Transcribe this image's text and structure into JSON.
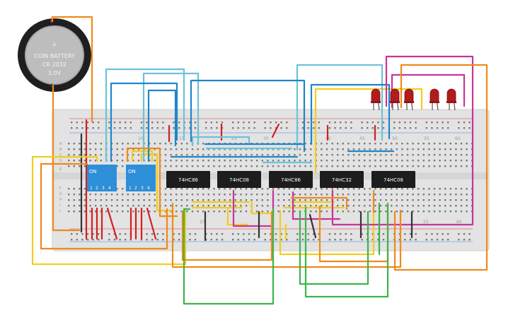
{
  "battery": {
    "label_line1": "COIN BATTERY",
    "label_line2": "CR 2032",
    "label_line3": "3.0V",
    "plus_symbol": "+"
  },
  "breadboard": {
    "column_numbers_top": [
      "10",
      "15",
      "25",
      "30",
      "40",
      "45",
      "50",
      "55",
      "60"
    ],
    "column_numbers_bottom": [
      "20",
      "55",
      "60"
    ],
    "row_letters_top": [
      "A",
      "B",
      "C",
      "D",
      "E"
    ],
    "row_letters_bottom": [
      "F",
      "G",
      "H",
      "I",
      "J"
    ]
  },
  "dip_switches": [
    {
      "on_label": "ON",
      "pins": [
        "1",
        "2",
        "3",
        "4"
      ]
    },
    {
      "on_label": "ON",
      "pins": [
        "1",
        "2",
        "3",
        "4"
      ]
    }
  ],
  "chips": [
    {
      "label": "74HC86"
    },
    {
      "label": "74HC08"
    },
    {
      "label": "74HC86"
    },
    {
      "label": "74HC32"
    },
    {
      "label": "74HC08"
    }
  ],
  "leds": {
    "count": 5,
    "color": "#b11c1c"
  },
  "colors": {
    "orange": "#ee8a1a",
    "red": "#d32020",
    "yellow": "#f2cd1d",
    "light_blue": "#6cc2d8",
    "blue": "#1f86c8",
    "magenta": "#c8349a",
    "green": "#3bb54a",
    "black": "#333333",
    "board": "#e3e3e3",
    "switch_blue": "#2c8fd8",
    "chip_black": "#1d1d1d"
  }
}
